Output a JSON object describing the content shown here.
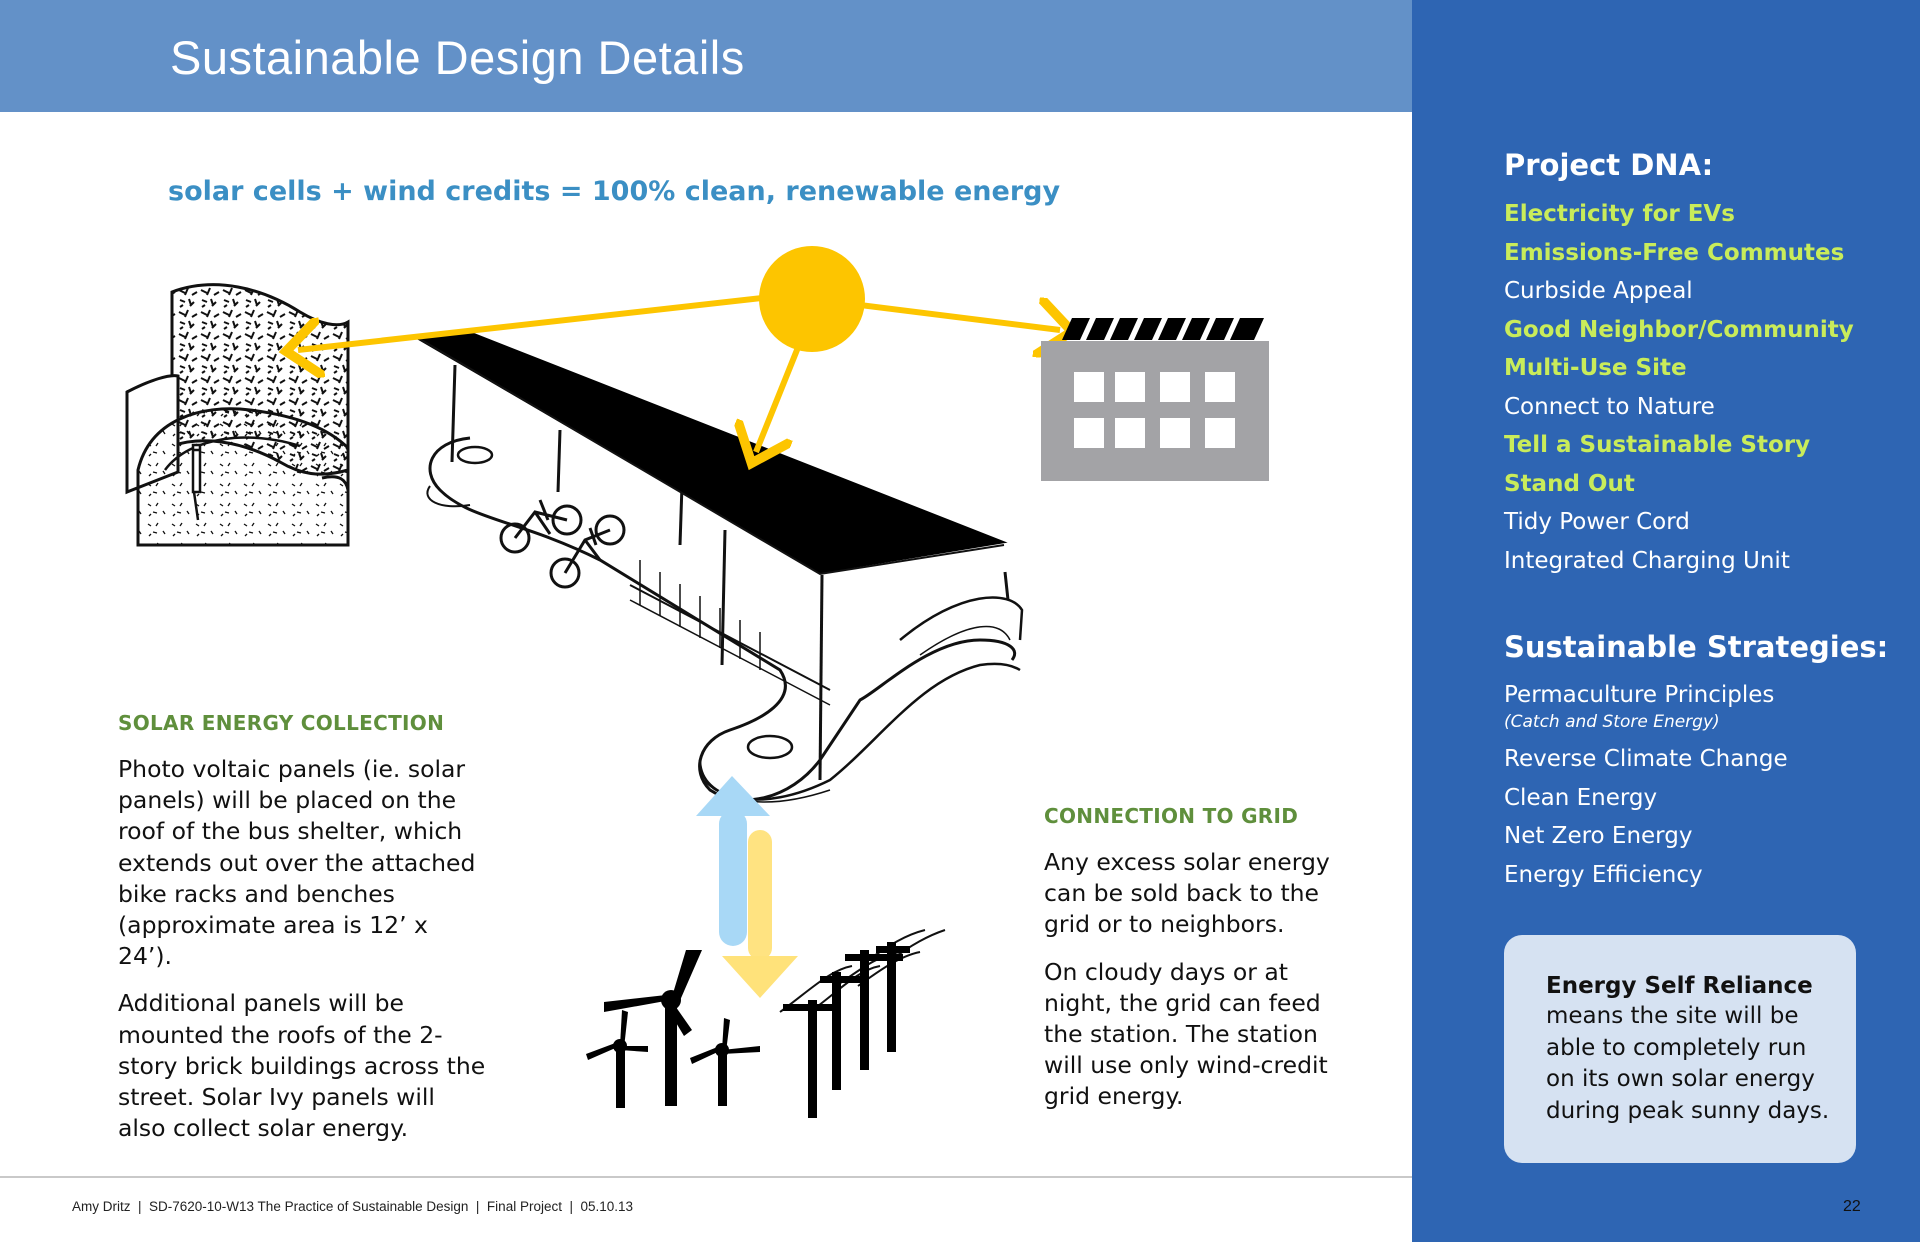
{
  "header": {
    "title": "Sustainable Design Details"
  },
  "equation": "solar cells + wind credits = 100% clean, renewable energy",
  "solar_section": {
    "heading": "SOLAR ENERGY COLLECTION",
    "paragraphs": [
      "Photo voltaic panels (ie. solar panels) will be placed on the roof of the bus shelter, which extends out over the attached bike racks and benches (approximate area is 12’ x 24’).",
      "Additional panels will be mounted the roofs of the 2-story brick buildings across the street. Solar Ivy panels will also collect solar energy."
    ]
  },
  "grid_section": {
    "heading": "CONNECTION TO GRID",
    "paragraphs": [
      "Any excess solar energy can be sold back to the grid or to neighbors.",
      "On cloudy days or at night, the grid can feed the station. The station will use only wind-credit grid energy."
    ]
  },
  "sidebar": {
    "dna_heading": "Project DNA:",
    "dna_items": [
      {
        "label": "Electricity for EVs",
        "highlight": true
      },
      {
        "label": "Emissions-Free Commutes",
        "highlight": true
      },
      {
        "label": "Curbside Appeal",
        "highlight": false
      },
      {
        "label": "Good Neighbor/Community",
        "highlight": true
      },
      {
        "label": "Multi-Use Site",
        "highlight": true
      },
      {
        "label": "Connect to Nature",
        "highlight": false
      },
      {
        "label": "Tell a Sustainable Story",
        "highlight": true
      },
      {
        "label": "Stand Out",
        "highlight": true
      },
      {
        "label": "Tidy Power Cord",
        "highlight": false
      },
      {
        "label": "Integrated Charging Unit",
        "highlight": false
      }
    ],
    "strategies_heading": "Sustainable Strategies:",
    "strategies": [
      {
        "label": "Permaculture Principles",
        "note": "(Catch and Store Energy)"
      },
      {
        "label": "Reverse Climate Change"
      },
      {
        "label": "Clean Energy"
      },
      {
        "label": "Net Zero Energy"
      },
      {
        "label": "Energy Efficiency"
      }
    ],
    "callout": {
      "title": "Energy Self Reliance",
      "body": "means the site will be able to completely run on its own solar energy during peak sunny days."
    }
  },
  "footer": {
    "text": "Amy Dritz  |  SD-7620-10-W13 The Practice of Sustainable Design  |  Final Project  |  05.10.13",
    "page_number": "22"
  },
  "colors": {
    "header_band": "#6391c8",
    "sidebar": "#2e65b3",
    "highlight_green": "#c9ec5a",
    "section_green": "#5f8f3c",
    "equation_blue": "#3b8fc4",
    "sun_yellow": "#fdc500",
    "arrow_light_blue": "#a8d8f6",
    "arrow_light_yellow": "#ffe27a",
    "building_gray": "#a3a3a6",
    "callout_bg": "#d6e2f2"
  },
  "icons": [
    "sun-icon",
    "solar-ivy-wall-sketch",
    "bus-shelter-sketch",
    "solar-building-icon",
    "grid-exchange-arrows",
    "wind-turbines-icon",
    "power-lines-icon"
  ]
}
